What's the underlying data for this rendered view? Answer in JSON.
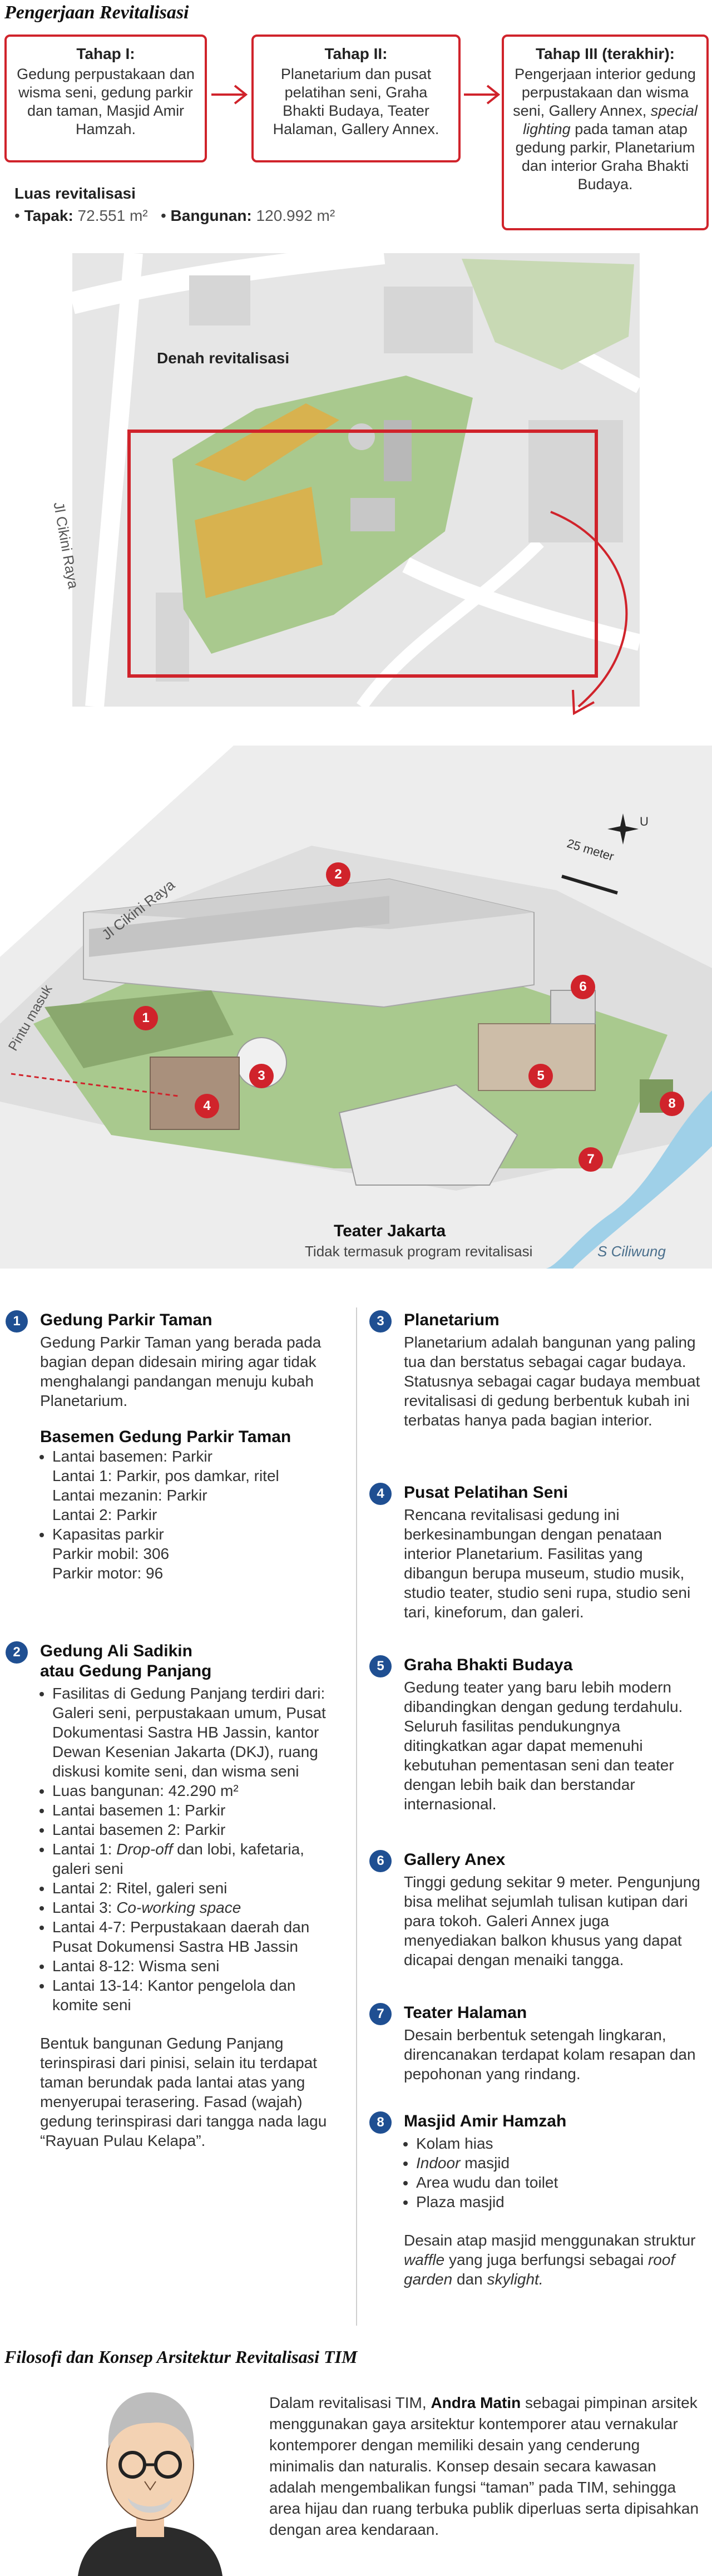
{
  "header": {
    "title": "Pengerjaan Revitalisasi"
  },
  "stages": [
    {
      "title": "Tahap I:",
      "text": "Gedung perpustakaan dan wisma seni, gedung parkir dan taman, Masjid Amir Hamzah."
    },
    {
      "title": "Tahap II:",
      "text": "Planetarium dan pusat pelatihan seni, Graha Bhakti Budaya, Teater Halaman, Gallery Annex."
    },
    {
      "title": "Tahap III (terakhir):",
      "text_a": "Pengerjaan interior gedung perpustakaan dan wisma seni, Gallery Annex,",
      "text_em": "special lighting",
      "text_b": "pada taman atap gedung parkir, Planetarium dan interior Graha Bhakti Budaya."
    }
  ],
  "area": {
    "title": "Luas revitalisasi",
    "tapak_label": "Tapak:",
    "tapak_value": "72.551 m²",
    "bangunan_label": "Bangunan:",
    "bangunan_value": "120.992 m²"
  },
  "map": {
    "denah_label": "Denah revitalisasi",
    "street": "Jl Cikini Raya",
    "street2": "Jl Cikini Raya",
    "entrance": "Pintu masuk",
    "scale": "25 meter",
    "compass": "U",
    "teater_title": "Teater Jakarta",
    "teater_note": "Tidak termasuk program revitalisasi",
    "river": "S Ciliwung",
    "markers": [
      "1",
      "2",
      "3",
      "4",
      "5",
      "6",
      "7",
      "8"
    ]
  },
  "items": {
    "i1": {
      "num": "1",
      "title": "Gedung Parkir Taman",
      "text": "Gedung Parkir Taman yang berada pada bagian depan didesain miring agar tidak menghalangi pandangan menuju kubah Planetarium.",
      "sub": "Basemen Gedung Parkir Taman",
      "b1": "Lantai basemen: Parkir",
      "b1a": "Lantai 1: Parkir, pos damkar, ritel",
      "b1b": "Lantai mezanin: Parkir",
      "b1c": "Lantai 2: Parkir",
      "b2": "Kapasitas parkir",
      "b2a": "Parkir mobil: 306",
      "b2b": "Parkir motor: 96"
    },
    "i2": {
      "num": "2",
      "title": "Gedung Ali Sadikin",
      "title2": "atau Gedung Panjang",
      "b1": "Fasilitas di Gedung Panjang terdiri dari: Galeri seni, perpustakaan umum, Pusat Dokumentasi Sastra HB Jassin, kantor Dewan Kesenian Jakarta (DKJ), ruang diskusi komite seni, dan wisma seni",
      "b2": "Luas bangunan: 42.290 m²",
      "b3": "Lantai basemen 1: Parkir",
      "b4": "Lantai basemen 2: Parkir",
      "b5a": "Lantai 1:",
      "b5em": "Drop-off",
      "b5b": "dan lobi, kafetaria, galeri seni",
      "b6": "Lantai 2: Ritel, galeri seni",
      "b7a": "Lantai 3:",
      "b7em": "Co-working space",
      "b8": "Lantai 4-7: Perpustakaan daerah dan Pusat Dokumensi Sastra HB Jassin",
      "b9": "Lantai 8-12: Wisma seni",
      "b10": "Lantai 13-14: Kantor pengelola dan komite seni",
      "para": "Bentuk bangunan Gedung Panjang terinspirasi dari pinisi, selain itu terdapat taman berundak pada lantai atas yang menyerupai terasering. Fasad (wajah) gedung terinspirasi dari tangga nada lagu “Rayuan Pulau Kelapa”."
    },
    "i3": {
      "num": "3",
      "title": "Planetarium",
      "text": "Planetarium adalah bangunan yang paling tua dan berstatus sebagai cagar budaya. Statusnya sebagai cagar budaya membuat revitalisasi di gedung berbentuk kubah ini terbatas hanya pada bagian interior."
    },
    "i4": {
      "num": "4",
      "title": "Pusat Pelatihan Seni",
      "text": "Rencana revitalisasi gedung ini berkesinambungan dengan penataan interior Planetarium. Fasilitas yang dibangun berupa museum, studio musik, studio teater, studio seni rupa, studio seni tari, kineforum, dan galeri."
    },
    "i5": {
      "num": "5",
      "title": "Graha Bhakti Budaya",
      "text": "Gedung teater yang baru lebih modern dibandingkan dengan gedung terdahulu. Seluruh fasilitas pendukungnya ditingkatkan agar dapat memenuhi kebutuhan pementasan seni dan teater dengan lebih baik dan berstandar internasional."
    },
    "i6": {
      "num": "6",
      "title": "Gallery Anex",
      "text": "Tinggi gedung sekitar 9 meter. Pengunjung bisa melihat sejumlah tulisan kutipan dari para tokoh. Galeri Annex juga menyediakan balkon khusus yang dapat dicapai dengan menaiki tangga."
    },
    "i7": {
      "num": "7",
      "title": "Teater Halaman",
      "text": "Desain berbentuk setengah lingkaran, direncanakan terdapat kolam resapan dan pepohonan yang rindang."
    },
    "i8": {
      "num": "8",
      "title": "Masjid Amir Hamzah",
      "b1": "Kolam hias",
      "b2em": "Indoor",
      "b2b": "masjid",
      "b3": "Area wudu dan toilet",
      "b4": "Plaza masjid",
      "para_a": "Desain atap masjid menggunakan struktur",
      "para_em1": "waffle",
      "para_b": "yang juga berfungsi sebagai",
      "para_em2": "roof garden",
      "para_c": "dan",
      "para_em3": "skylight."
    }
  },
  "filosofi": {
    "title": "Filosofi dan Konsep Arsitektur Revitalisasi TIM",
    "text_a": "Dalam revitalisasi TIM,",
    "name": "Andra Matin",
    "text_b": "sebagai pimpinan arsitek menggunakan gaya arsitektur kontemporer atau vernakular kontemporer dengan memiliki desain yang cenderung minimalis dan naturalis. Konsep desain secara kawasan adalah mengembalikan fungsi “taman” pada TIM, sehingga area hijau dan ruang terbuka publik diperluas serta dipisahkan dengan area kendaraan."
  },
  "colors": {
    "accent": "#d0232b",
    "marker_blue": "#1f4f92",
    "green": "#a9c98e",
    "orange": "#e8a93a"
  }
}
